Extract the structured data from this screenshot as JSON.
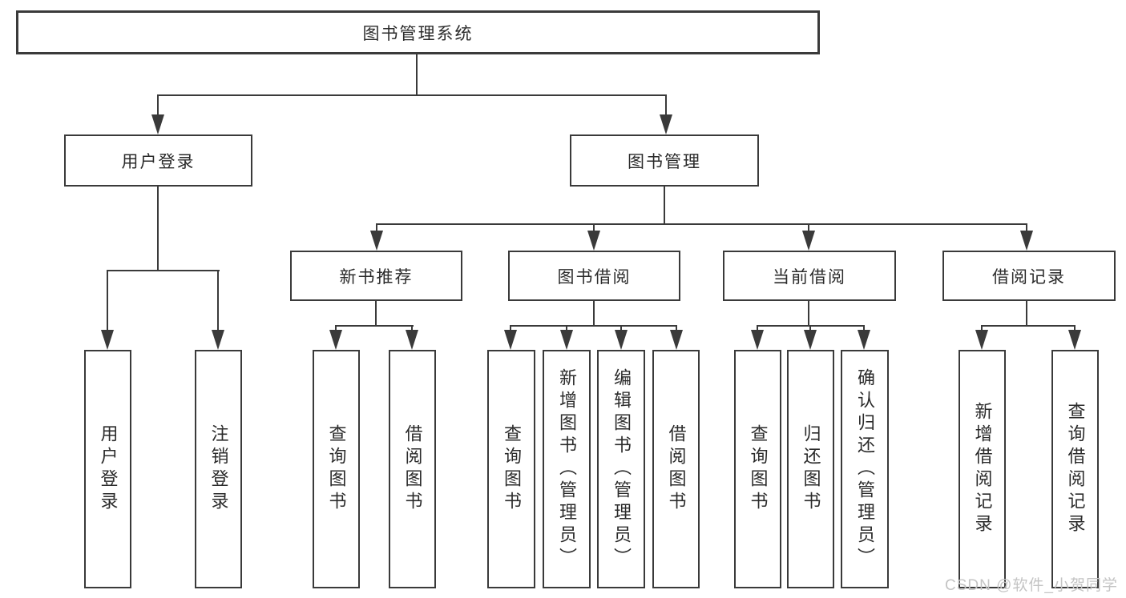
{
  "diagram": {
    "root": {
      "label": "图书管理系统"
    },
    "level2": [
      {
        "label": "用户登录",
        "children": [
          {
            "label": "用户登录"
          },
          {
            "label": "注销登录"
          }
        ]
      },
      {
        "label": "图书管理",
        "children": [
          {
            "label": "新书推荐",
            "children": [
              {
                "label": "查询图书"
              },
              {
                "label": "借阅图书"
              }
            ]
          },
          {
            "label": "图书借阅",
            "children": [
              {
                "label": "查询图书"
              },
              {
                "label": "新增图书（管理员）"
              },
              {
                "label": "编辑图书（管理员）"
              },
              {
                "label": "借阅图书"
              }
            ]
          },
          {
            "label": "当前借阅",
            "children": [
              {
                "label": "查询图书"
              },
              {
                "label": "归还图书"
              },
              {
                "label": "确认归还（管理员）"
              }
            ]
          },
          {
            "label": "借阅记录",
            "children": [
              {
                "label": "新增借阅记录"
              },
              {
                "label": "查询借阅记录"
              }
            ]
          }
        ]
      }
    ]
  },
  "watermark": {
    "text": "CSDN @软件_小贺同学"
  },
  "colors": {
    "line": "#3a3a3a",
    "text": "#2b2b2b",
    "watermark": "#c4c4c4",
    "background": "#ffffff"
  }
}
